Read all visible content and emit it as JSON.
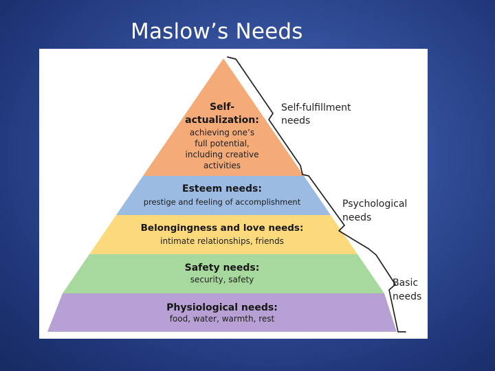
{
  "slide": {
    "title": "Maslow’s Needs"
  },
  "pyramid": {
    "tiers": [
      {
        "key": "self_actualization",
        "heading_lines": [
          "Self-",
          "actualization:"
        ],
        "body_lines": [
          "achieving one’s",
          "full potential,",
          "including creative",
          "activities"
        ],
        "color": "#f5ab78"
      },
      {
        "key": "esteem",
        "heading_lines": [
          "Esteem needs:"
        ],
        "body_lines": [
          "prestige and feeling of accomplishment"
        ],
        "color": "#9bbbe3"
      },
      {
        "key": "belongingness_love",
        "heading_lines": [
          "Belongingness and love needs:"
        ],
        "body_lines": [
          "intimate relationships, friends"
        ],
        "color": "#fcd97a"
      },
      {
        "key": "safety",
        "heading_lines": [
          "Safety needs:"
        ],
        "body_lines": [
          "security, safety"
        ],
        "color": "#a7d89e"
      },
      {
        "key": "physiological",
        "heading_lines": [
          "Physiological needs:"
        ],
        "body_lines": [
          "food, water, warmth, rest"
        ],
        "color": "#b7a0d3"
      }
    ],
    "groups": [
      {
        "key": "self_fulfillment",
        "label_lines": [
          "Self-fulfillment",
          "needs"
        ]
      },
      {
        "key": "psychological",
        "label_lines": [
          "Psychological",
          "needs"
        ]
      },
      {
        "key": "basic",
        "label_lines": [
          "Basic",
          "needs"
        ]
      }
    ]
  },
  "colors": {
    "slide_background": "#324e98",
    "panel_background": "#ffffff",
    "bracket": "#202020"
  }
}
